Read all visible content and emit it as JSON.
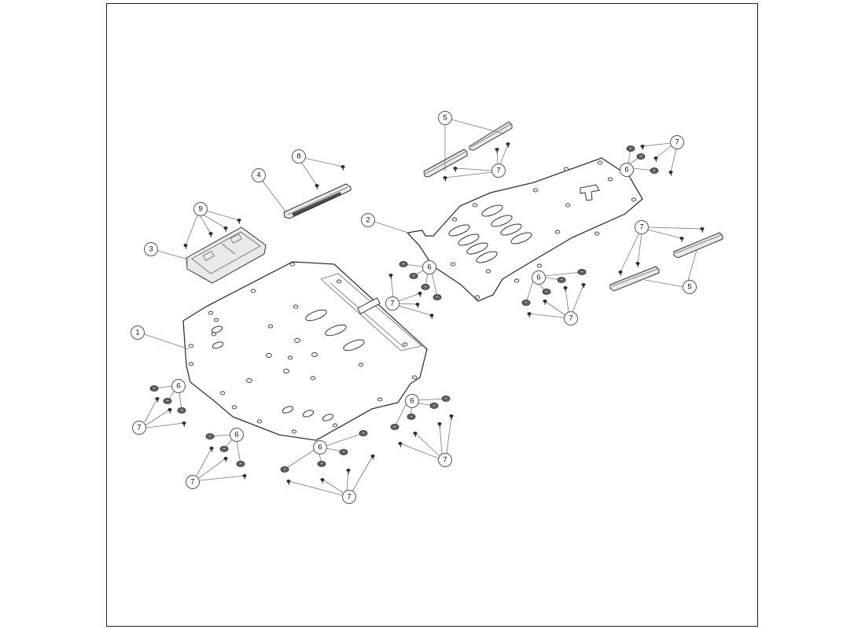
{
  "callouts": [
    {
      "id": "c1",
      "label": "1"
    },
    {
      "id": "c2",
      "label": "2"
    },
    {
      "id": "c3",
      "label": "3"
    },
    {
      "id": "c4",
      "label": "4"
    },
    {
      "id": "c5a",
      "label": "5"
    },
    {
      "id": "c5b",
      "label": "5"
    },
    {
      "id": "c6a",
      "label": "6"
    },
    {
      "id": "c6b",
      "label": "6"
    },
    {
      "id": "c6c",
      "label": "6"
    },
    {
      "id": "c6d",
      "label": "6"
    },
    {
      "id": "c6e",
      "label": "6"
    },
    {
      "id": "c6f",
      "label": "6"
    },
    {
      "id": "c6g",
      "label": "6"
    },
    {
      "id": "c7a",
      "label": "7"
    },
    {
      "id": "c7b",
      "label": "7"
    },
    {
      "id": "c7c",
      "label": "7"
    },
    {
      "id": "c7d",
      "label": "7"
    },
    {
      "id": "c7e",
      "label": "7"
    },
    {
      "id": "c7f",
      "label": "7"
    },
    {
      "id": "c7g",
      "label": "7"
    },
    {
      "id": "c7h",
      "label": "7"
    },
    {
      "id": "c7i",
      "label": "7"
    },
    {
      "id": "c8",
      "label": "8"
    },
    {
      "id": "c9",
      "label": "9"
    }
  ],
  "colors": {
    "frame": "#222222",
    "line": "#333333",
    "nut": "#666666"
  }
}
